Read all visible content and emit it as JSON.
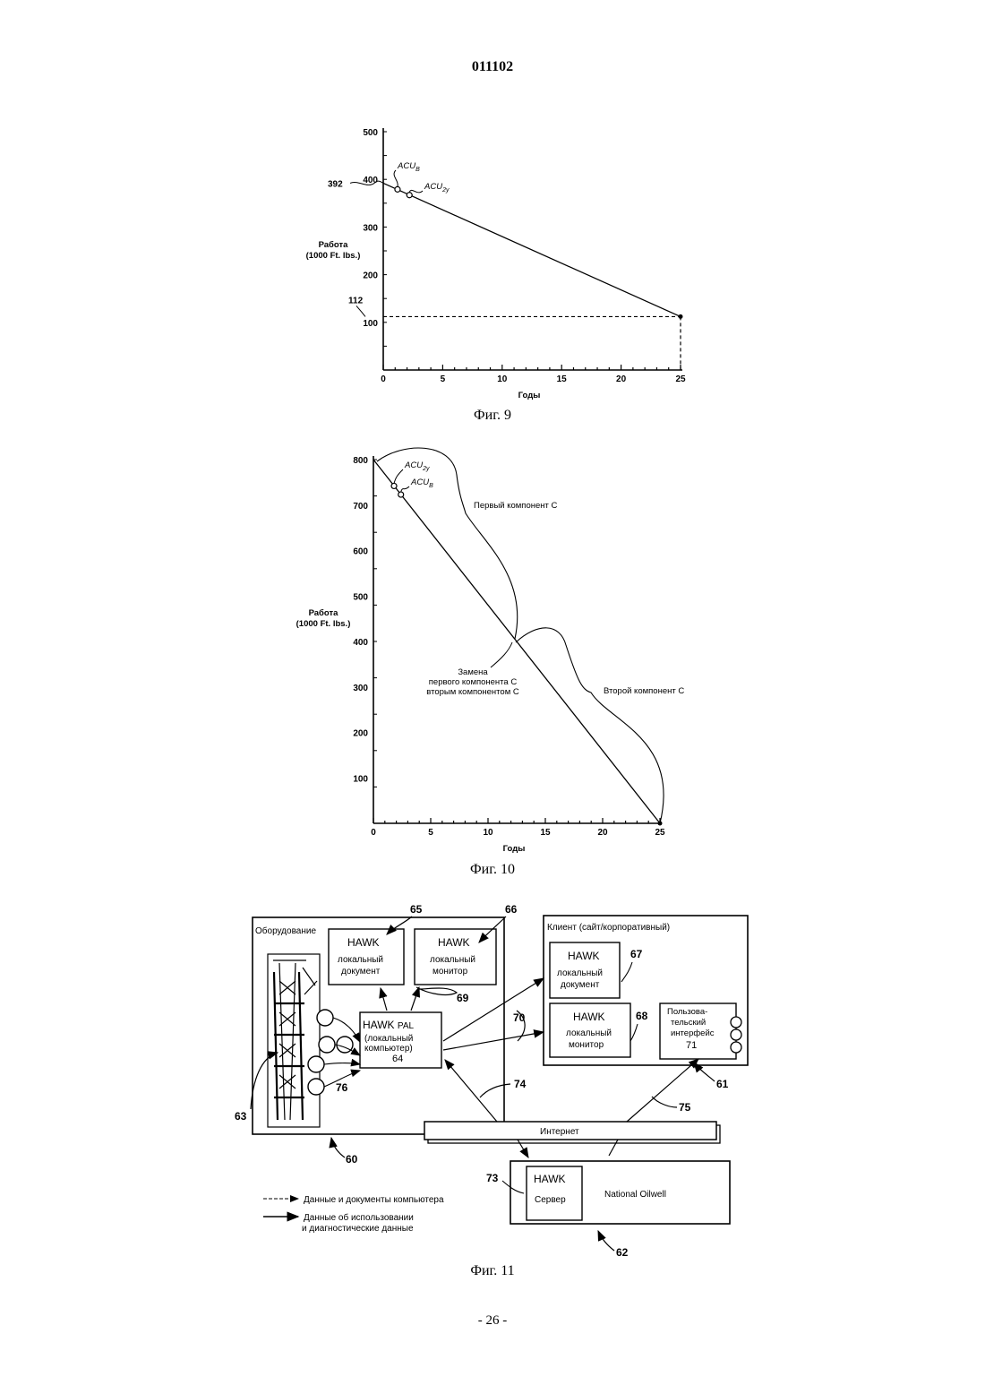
{
  "header": {
    "doc_number": "011102"
  },
  "figures": {
    "fig9": {
      "caption": "Фиг. 9"
    },
    "fig10": {
      "caption": "Фиг. 10"
    },
    "fig11": {
      "caption": "Фиг. 11"
    }
  },
  "chart_data": [
    {
      "type": "line",
      "figure": "Фиг. 9",
      "title": "",
      "xlabel": "Годы",
      "ylabel_lines": [
        "Работа",
        "(1000 Ft. lbs.)"
      ],
      "xlim": [
        0,
        25
      ],
      "ylim": [
        0,
        500
      ],
      "xticks": [
        0,
        5,
        10,
        15,
        20,
        25
      ],
      "yticks": [
        100,
        200,
        300,
        400,
        500
      ],
      "series": [
        {
          "x": [
            0,
            25
          ],
          "y": [
            392,
            112
          ]
        }
      ],
      "points": [
        {
          "label": "ACU",
          "sub": "B",
          "x": 1.2,
          "y": 379
        },
        {
          "label": "ACU",
          "sub": "2y",
          "x": 2.2,
          "y": 367
        }
      ],
      "reference_label_392": "392",
      "reference_label_112": "112"
    },
    {
      "type": "line",
      "figure": "Фиг. 10",
      "title": "",
      "xlabel": "Годы",
      "ylabel_lines": [
        "Работа",
        "(1000 Ft. lbs.)"
      ],
      "xlim": [
        0,
        25
      ],
      "ylim": [
        0,
        800
      ],
      "xticks": [
        0,
        5,
        10,
        15,
        20,
        25
      ],
      "yticks": [
        100,
        200,
        300,
        400,
        500,
        600,
        700,
        800
      ],
      "series": [
        {
          "x": [
            0,
            25
          ],
          "y": [
            800,
            0
          ]
        }
      ],
      "points": [
        {
          "label": "ACU",
          "sub": "2y",
          "x": 1.8,
          "y": 742
        },
        {
          "label": "ACU",
          "sub": "B",
          "x": 2.4,
          "y": 723
        }
      ],
      "annotations": {
        "first_component": "Первый компонент С",
        "second_component": "Второй компонент С",
        "replacement_lines": [
          "Замена",
          "первого компонента С",
          "вторым компонентом С"
        ]
      }
    }
  ],
  "diagram": {
    "equipment": {
      "title": "Оборудование",
      "ref": "60"
    },
    "client": {
      "title": "Клиент (сайт/корпоративный)",
      "ref": "61"
    },
    "national": {
      "label": "National Oilwell",
      "ref": "62"
    },
    "hawk_doc_local": {
      "title": "HAWK",
      "lines": [
        "локальный",
        "документ"
      ],
      "ref": "65"
    },
    "hawk_mon_local": {
      "title": "HAWK",
      "lines": [
        "локальный",
        "монитор"
      ],
      "ref": "66"
    },
    "hawk_pal": {
      "title": "HAWK",
      "title_suffix": "PAL",
      "lines": [
        "(локальный",
        "компьютер)"
      ],
      "num": "64"
    },
    "client_doc": {
      "title": "HAWK",
      "lines": [
        "локальный",
        "документ"
      ],
      "ref": "67"
    },
    "client_mon": {
      "title": "HAWK",
      "lines": [
        "локальный",
        "монитор"
      ],
      "ref": "68"
    },
    "user_interface": {
      "lines": [
        "Пользова-",
        "тельский",
        "интерфейс"
      ],
      "num": "71"
    },
    "internet": {
      "label": "Интернет"
    },
    "server": {
      "title": "HAWK",
      "label": "Сервер",
      "ref": "73"
    },
    "refs": {
      "r63": "63",
      "r69": "69",
      "r70": "70",
      "r74": "74",
      "r75": "75",
      "r76": "76"
    },
    "legend": {
      "item1": "Данные и документы компьютера",
      "item2_lines": [
        "Данные об использовании",
        "и диагностические данные"
      ]
    }
  },
  "footer": {
    "page": "- 26 -"
  }
}
